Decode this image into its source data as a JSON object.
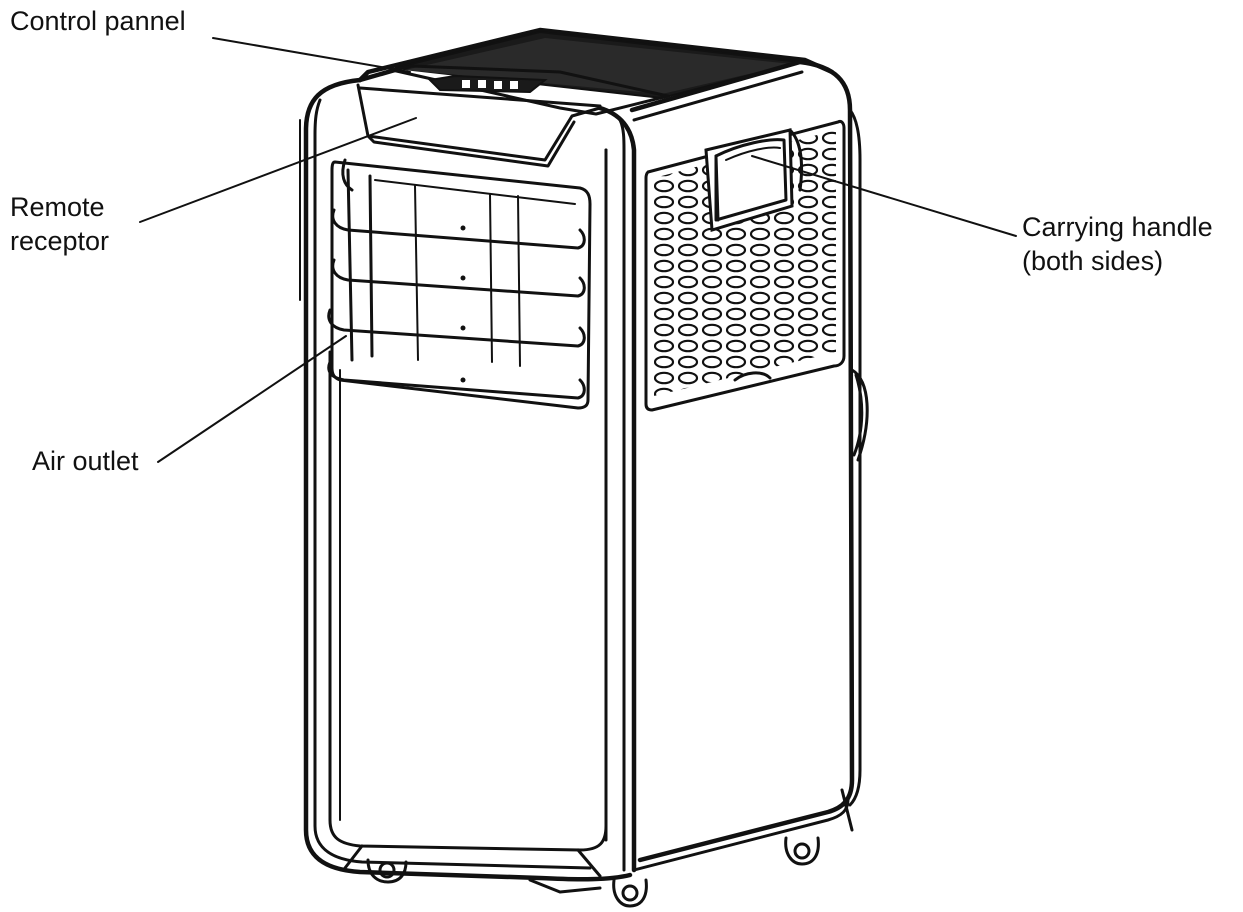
{
  "labels": {
    "control_panel": "Control pannel",
    "remote_receptor": [
      "Remote",
      "receptor"
    ],
    "air_outlet": "Air outlet",
    "carrying_handle": [
      "Carrying handle",
      "(both sides)"
    ]
  },
  "colors": {
    "line": "#111111",
    "background": "#ffffff"
  }
}
